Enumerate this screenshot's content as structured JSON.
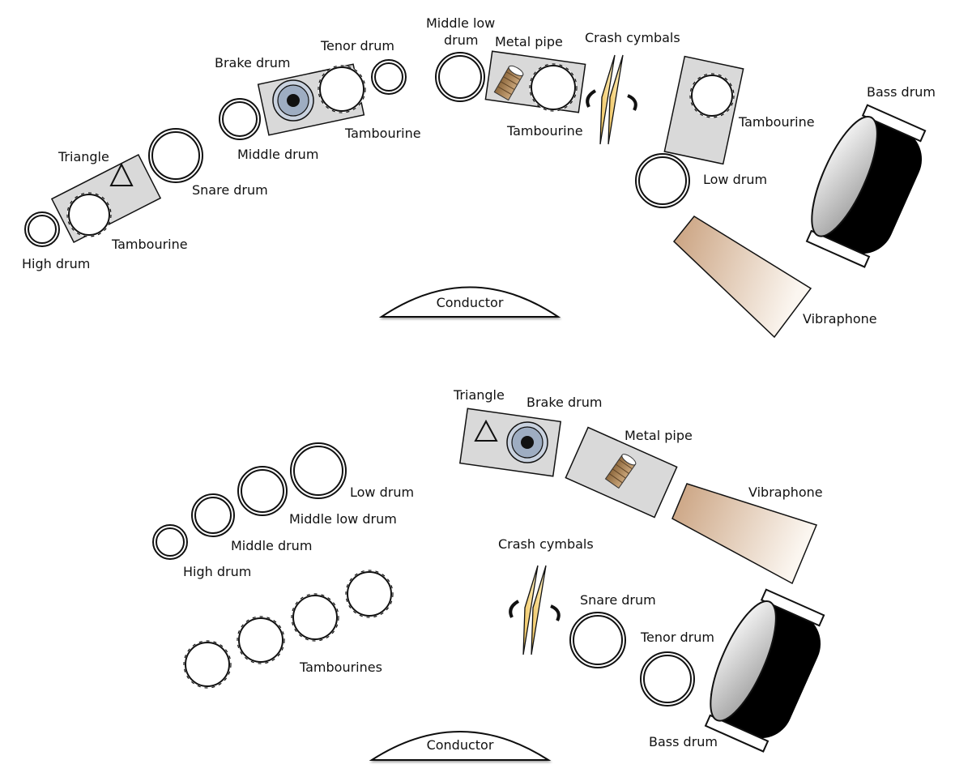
{
  "colors": {
    "stroke": "#111111",
    "table": "#d9d9d9",
    "drum_fill": "#ffffff",
    "brake_drum": "#aab6c8",
    "metal_pipe": "#a9855a",
    "cymbal": "#f6d27a",
    "vibraphone_dark": "#c9a07d",
    "vibraphone_light": "#fbf6f0",
    "bass_drum_body": "#000000"
  },
  "setup_a": {
    "instruments": {
      "high_drum": "High drum",
      "tambourine_left": "Tambourine",
      "triangle": "Triangle",
      "snare_drum": "Snare drum",
      "middle_drum": "Middle drum",
      "brake_drum": "Brake drum",
      "tenor_drum": "Tenor drum",
      "tambourine_center": "Tambourine",
      "middle_low_drum": "Middle low drum",
      "metal_pipe": "Metal pipe",
      "tambourine_pipe": "Tambourine",
      "crash_cymbals": "Crash cymbals",
      "tambourine_right": "Tambourine",
      "low_drum": "Low drum",
      "bass_drum": "Bass drum",
      "vibraphone": "Vibraphone"
    },
    "conductor": "Conductor"
  },
  "setup_b": {
    "instruments": {
      "triangle": "Triangle",
      "brake_drum": "Brake drum",
      "metal_pipe": "Metal pipe",
      "vibraphone": "Vibraphone",
      "low_drum": "Low drum",
      "middle_low_drum": "Middle low drum",
      "middle_drum": "Middle drum",
      "high_drum": "High drum",
      "tambourines": "Tambourines",
      "crash_cymbals": "Crash cymbals",
      "snare_drum": "Snare drum",
      "tenor_drum": "Tenor drum",
      "bass_drum": "Bass drum"
    },
    "conductor": "Conductor"
  }
}
